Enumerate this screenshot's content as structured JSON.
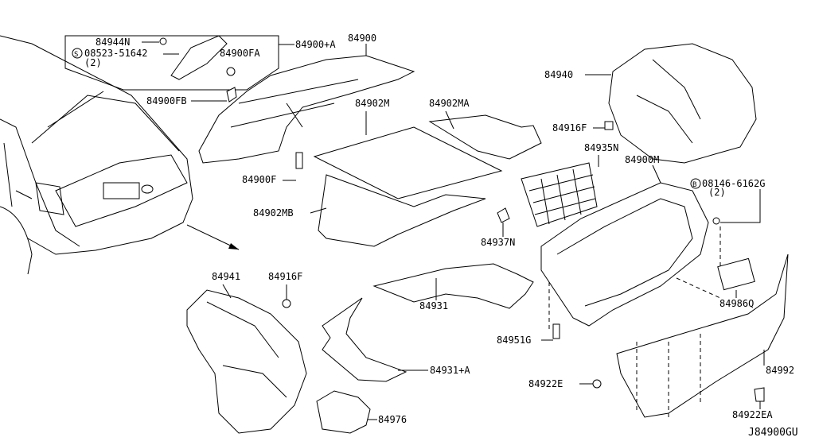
{
  "diagram": {
    "code": "J84900GU",
    "labels": {
      "p84944N": "84944N",
      "p08523": "08523-51642",
      "p08523_qty": "(2)",
      "p08523_prefix": "S",
      "p84900A": "84900+A",
      "p84900": "84900",
      "p84900FA": "84900FA",
      "p84900FB": "84900FB",
      "p84902M": "84902M",
      "p84902MA": "84902MA",
      "p84940": "84940",
      "p84916F_top": "84916F",
      "p84935N": "84935N",
      "p84900M": "84900M",
      "p08146": "08146-6162G",
      "p08146_qty": "(2)",
      "p08146_prefix": "B",
      "p84900F": "84900F",
      "p84902MB": "84902MB",
      "p84937N": "84937N",
      "p84986Q": "84986Q",
      "p84941": "84941",
      "p84916F_bottom": "84916F",
      "p84931": "84931",
      "p84951G": "84951G",
      "p84931A": "84931+A",
      "p84922E": "84922E",
      "p84992": "84992",
      "p84976": "84976",
      "p84922EA": "84922EA"
    }
  }
}
